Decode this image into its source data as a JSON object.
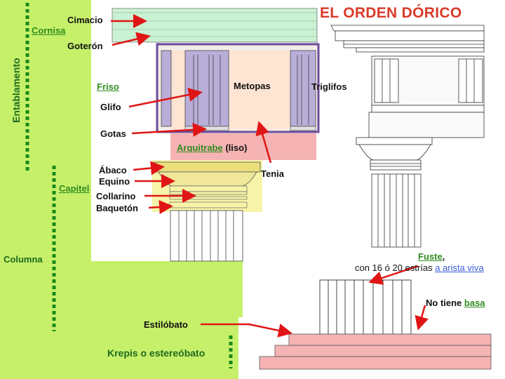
{
  "title": "EL ORDEN DÓRICO",
  "colors": {
    "left_panel": "#c6f06a",
    "dash_green": "#1a8a1a",
    "cornice": "#c9f2d2",
    "frieze_box": "#6b4c9a",
    "metope": "#fde4d3",
    "triglyph": "#b9aed8",
    "architrave": "#f6b3b3",
    "capital": "#f7f3a8",
    "krepis": "#f6b3b3",
    "arrow": "#e01515",
    "title": "#d93a2a"
  },
  "sections": {
    "entablamento": "Entablamento",
    "columna": "Columna"
  },
  "labels": {
    "cimacio": "Cimacio",
    "cornisa": "Cornisa",
    "goteron": "Goterón",
    "friso": "Friso",
    "metopas": "Metopas",
    "triglifos": "Triglifos",
    "glifo": "Glifo",
    "gotas": "Gotas",
    "arquitrabe": "Arquitrabe",
    "liso": " (liso)",
    "tenia": "Tenia",
    "abaco": "Ábaco",
    "equino": "Equino",
    "capitel": "Capitel",
    "collarino": "Collarino",
    "baqueton": "Baquetón",
    "fuste": "Fuste",
    "fuste_comma": ",",
    "estrias": "con 16 ó 20 estrías ",
    "arista": "a arista viva",
    "no_tiene": "No tiene ",
    "basa": "basa",
    "estilobato": "Estilóbato",
    "krepis": "Krepis o estereóbato"
  }
}
